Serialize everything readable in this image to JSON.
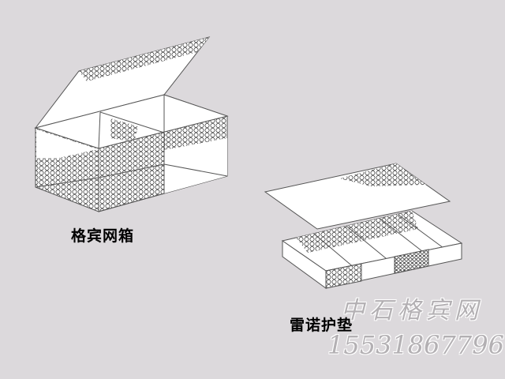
{
  "labels": {
    "gabion_box": "格宾网箱",
    "reno_mattress": "雷诺护垫"
  },
  "watermark": {
    "company": "中石格宾网",
    "phone": "15531867796"
  },
  "colors": {
    "background": "#dcd9dc",
    "line": "#555555",
    "panel": "#ffffff",
    "watermark": "#b3b0b3"
  }
}
